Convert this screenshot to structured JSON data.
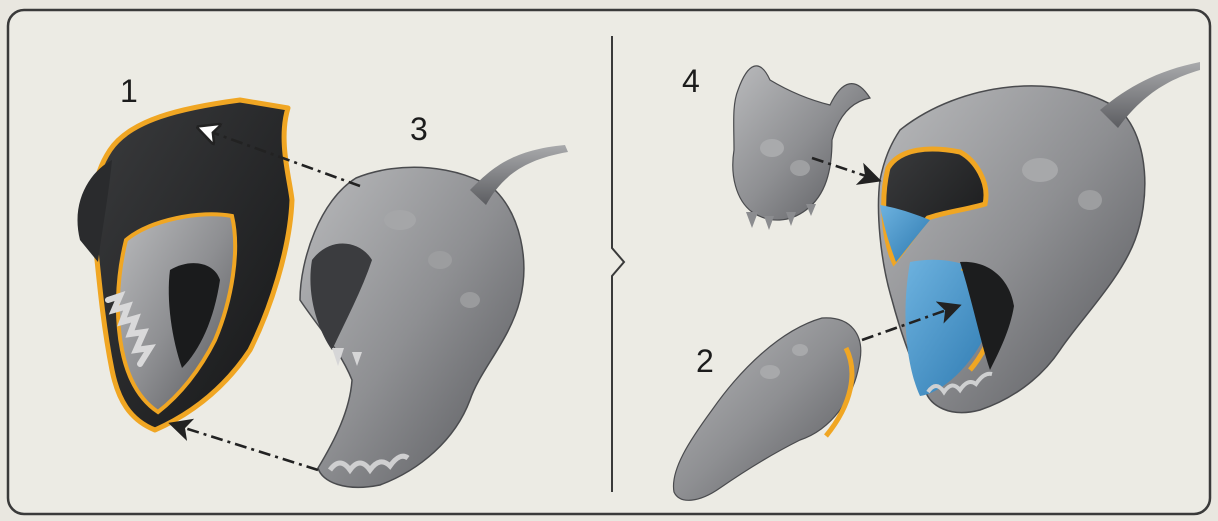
{
  "diagram": {
    "steps": [
      {
        "id": "1",
        "label": "1",
        "part": "inner-head-shell"
      },
      {
        "id": "2",
        "label": "2",
        "part": "tongue"
      },
      {
        "id": "3",
        "label": "3",
        "part": "outer-head-shell"
      },
      {
        "id": "4",
        "label": "4",
        "part": "horned-face-piece"
      }
    ],
    "connections": [
      {
        "from": "3",
        "to": "1",
        "style": "dash-dot-arrow"
      },
      {
        "from": "3",
        "to": "1",
        "style": "dash-dot-arrow"
      },
      {
        "from": "4",
        "to": "assembled-head",
        "style": "dash-dot-arrow"
      },
      {
        "from": "2",
        "to": "assembled-head",
        "style": "dash-dot-arrow"
      }
    ]
  },
  "colors": {
    "background": "#e9e7e0",
    "frame": "#3a3a3a",
    "outline_highlight": "#f0a623",
    "gray_model": "#8d8e90",
    "dark_interior": "#222324",
    "blue_interior": "#3f8fc6"
  }
}
